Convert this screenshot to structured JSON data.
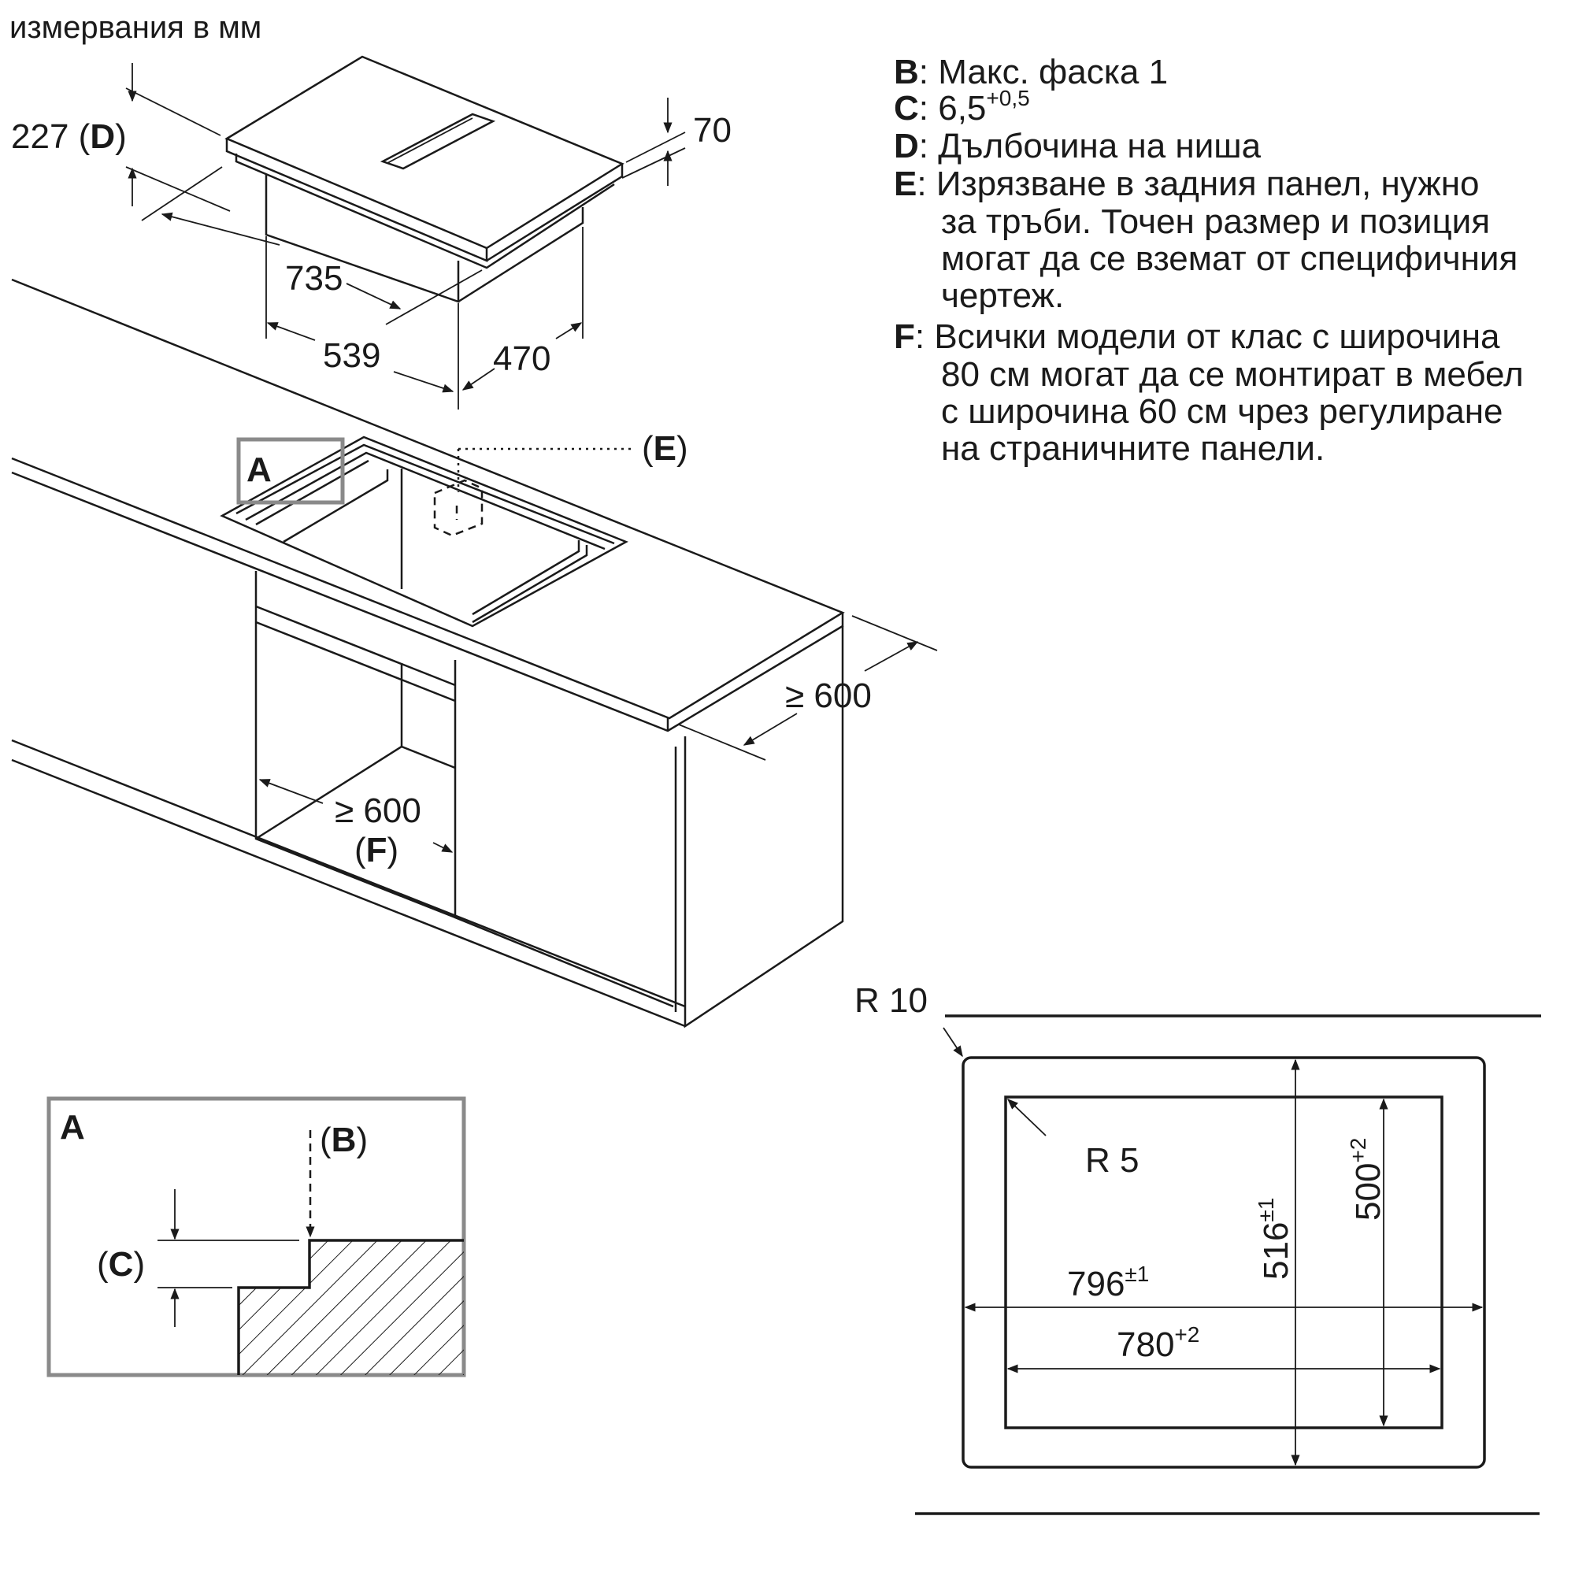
{
  "header": {
    "units": "измервания в мм"
  },
  "legend": [
    {
      "key": "B",
      "lines": [
        "Макс. фаска 1"
      ]
    },
    {
      "key": "C",
      "base": "6,5",
      "sup": "+0,5"
    },
    {
      "key": "D",
      "lines": [
        "Дълбочина на ниша"
      ]
    },
    {
      "key": "E",
      "lines": [
        "Изрязване в задния панел, нужно",
        "за тръби. Точен размер и позиция",
        "могат да се вземат от специфичния",
        "чертеж."
      ]
    },
    {
      "key": "F",
      "lines": [
        "Всички модели от клас с широчина",
        "80 см могат да се монтират в мебел",
        "с широчина 60 см чрез регулиране",
        "на страничните панели."
      ]
    }
  ],
  "hob": {
    "depth_value": "227",
    "depth_key": "D",
    "height": "70",
    "width_top": "735",
    "box_width": "539",
    "box_depth": "470"
  },
  "cabinet": {
    "detail_label": "A",
    "cutout_label": "E",
    "depth_min": "≥ 600",
    "width_min": "≥ 600",
    "width_note": "F"
  },
  "detail": {
    "title": "A",
    "label_b": "B",
    "label_c": "C"
  },
  "cutout": {
    "outer_radius": "R 10",
    "inner_radius": "R 5",
    "outer_width": "796",
    "outer_width_tol": "±1",
    "inner_width": "780",
    "inner_width_tol": "+2",
    "outer_height": "516",
    "outer_height_tol": "±1",
    "inner_height": "500",
    "inner_height_tol": "+2"
  }
}
